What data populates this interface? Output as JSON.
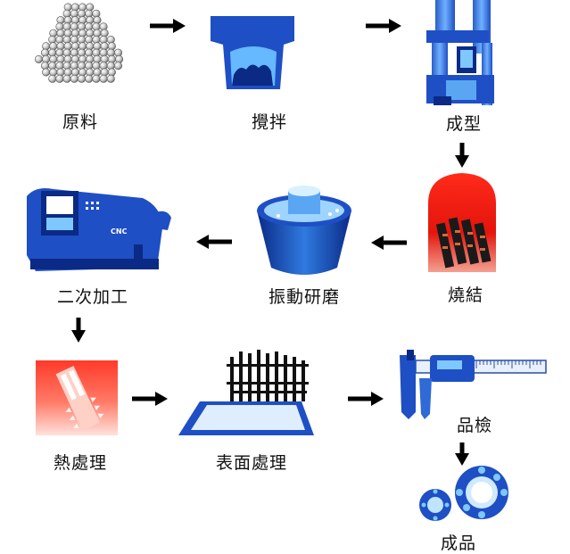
{
  "steps": [
    {
      "id": "raw-material",
      "label": "原料"
    },
    {
      "id": "mixing",
      "label": "攪拌"
    },
    {
      "id": "forming",
      "label": "成型"
    },
    {
      "id": "sintering",
      "label": "燒結"
    },
    {
      "id": "vibratory-grinding",
      "label": "振動研磨"
    },
    {
      "id": "secondary-machining",
      "label": "二次加工"
    },
    {
      "id": "heat-treatment",
      "label": "熱處理"
    },
    {
      "id": "surface-treatment",
      "label": "表面處理"
    },
    {
      "id": "inspection",
      "label": "品檢"
    },
    {
      "id": "finished-product",
      "label": "成品"
    }
  ],
  "cnc_text": "CNC",
  "colors": {
    "blue": "#1f4fc4",
    "dark_blue": "#0b2a86",
    "light_blue": "#7ec8ff",
    "red": "#e01f12",
    "arrow": "#000000"
  }
}
